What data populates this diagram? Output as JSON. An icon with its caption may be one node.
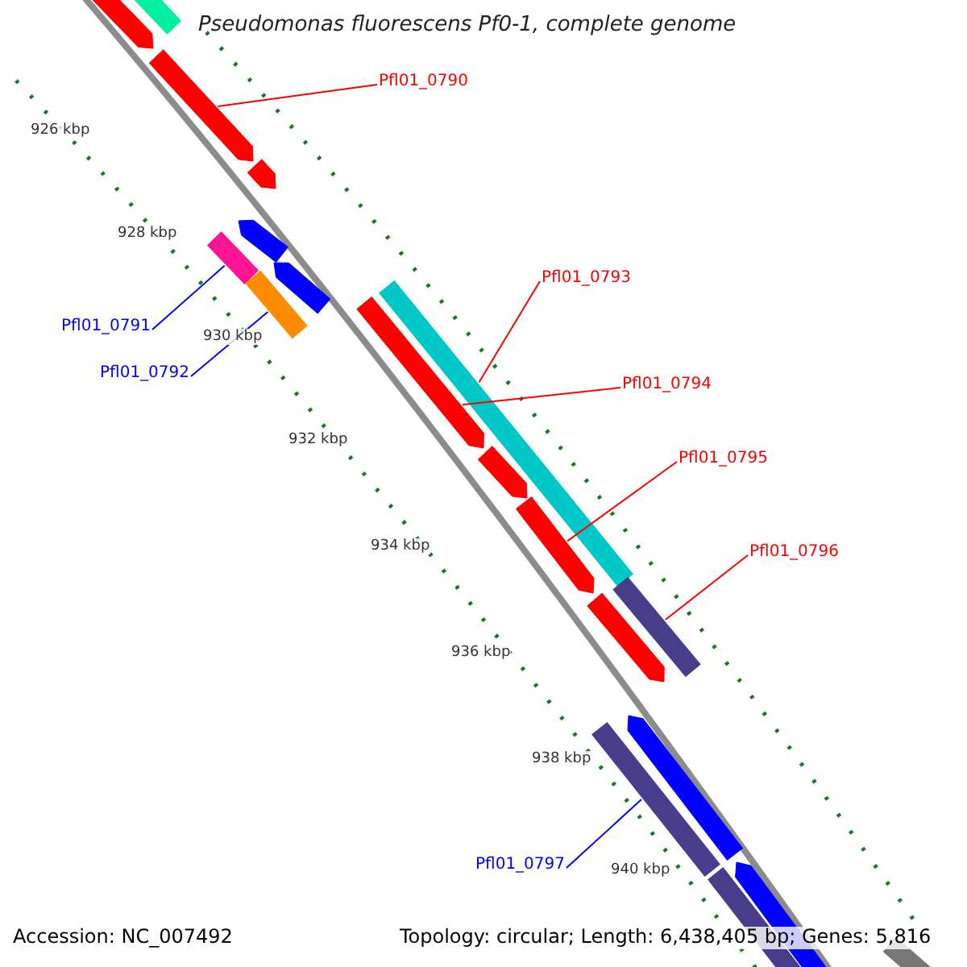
{
  "diagram": {
    "title": "Pseudomonas fluorescens Pf0-1, complete genome",
    "nodes": [
      {
        "text": [
          "Pfl01_0790"
        ]
      },
      {
        "text": [
          "Pfl01_0791"
        ]
      },
      {
        "text": [
          "Pfl01_0792"
        ]
      },
      {
        "text": [
          "Pfl01_0793"
        ]
      },
      {
        "text": [
          "Pfl01_0794"
        ]
      },
      {
        "text": [
          "Pfl01_0795"
        ]
      },
      {
        "text": [
          "Pfl01_0796"
        ]
      },
      {
        "text": [
          "Pfl01_0797"
        ]
      },
      {
        "text": [],
        "shape": "arrow"
      },
      {
        "text": [],
        "shape": "bar"
      },
      {
        "text": [],
        "shape": "arrow"
      },
      {
        "text": [],
        "shape": "arrow"
      },
      {
        "text": [],
        "shape": "bar"
      },
      {
        "text": [],
        "shape": "arrow"
      },
      {
        "text": [],
        "shape": "bar"
      },
      {
        "text": [],
        "shape": "arrow"
      },
      {
        "text": [],
        "shape": "bar"
      },
      {
        "text": [],
        "shape": "arrow"
      },
      {
        "text": [],
        "shape": "arrow"
      },
      {
        "text": [],
        "shape": "arrow"
      },
      {
        "text": [],
        "shape": "bar"
      },
      {
        "text": [],
        "shape": "arrow"
      },
      {
        "text": [],
        "shape": "bar"
      },
      {
        "text": [],
        "shape": "arrow"
      },
      {
        "text": [],
        "shape": "bar"
      },
      {
        "text": [],
        "shape": "arrow"
      },
      {
        "text": [],
        "shape": "bar"
      }
    ],
    "edges": [
      {
        "from": 0,
        "to": 10,
        "arrow": "none"
      },
      {
        "from": 1,
        "to": 12,
        "arrow": "none",
        "color": "#0000ff"
      },
      {
        "from": 2,
        "to": 14,
        "arrow": "none",
        "color": "#0000ff"
      },
      {
        "from": 3,
        "to": 16,
        "arrow": "none"
      },
      {
        "from": 4,
        "to": 17,
        "arrow": "none"
      },
      {
        "from": 5,
        "to": 19,
        "arrow": "none"
      },
      {
        "from": 6,
        "to": 20,
        "arrow": "none"
      },
      {
        "from": 7,
        "to": 22,
        "arrow": "none",
        "color": "#0000ff"
      }
    ],
    "labels": [
      "926 kbp",
      "928 kbp",
      "930 kbp",
      "932 kbp",
      "934 kbp",
      "936 kbp",
      "938 kbp",
      "940 kbp",
      "Accession: NC_007492",
      "Topology: circular; Length: 6,438,405 bp; Genes: 5,816"
    ]
  }
}
